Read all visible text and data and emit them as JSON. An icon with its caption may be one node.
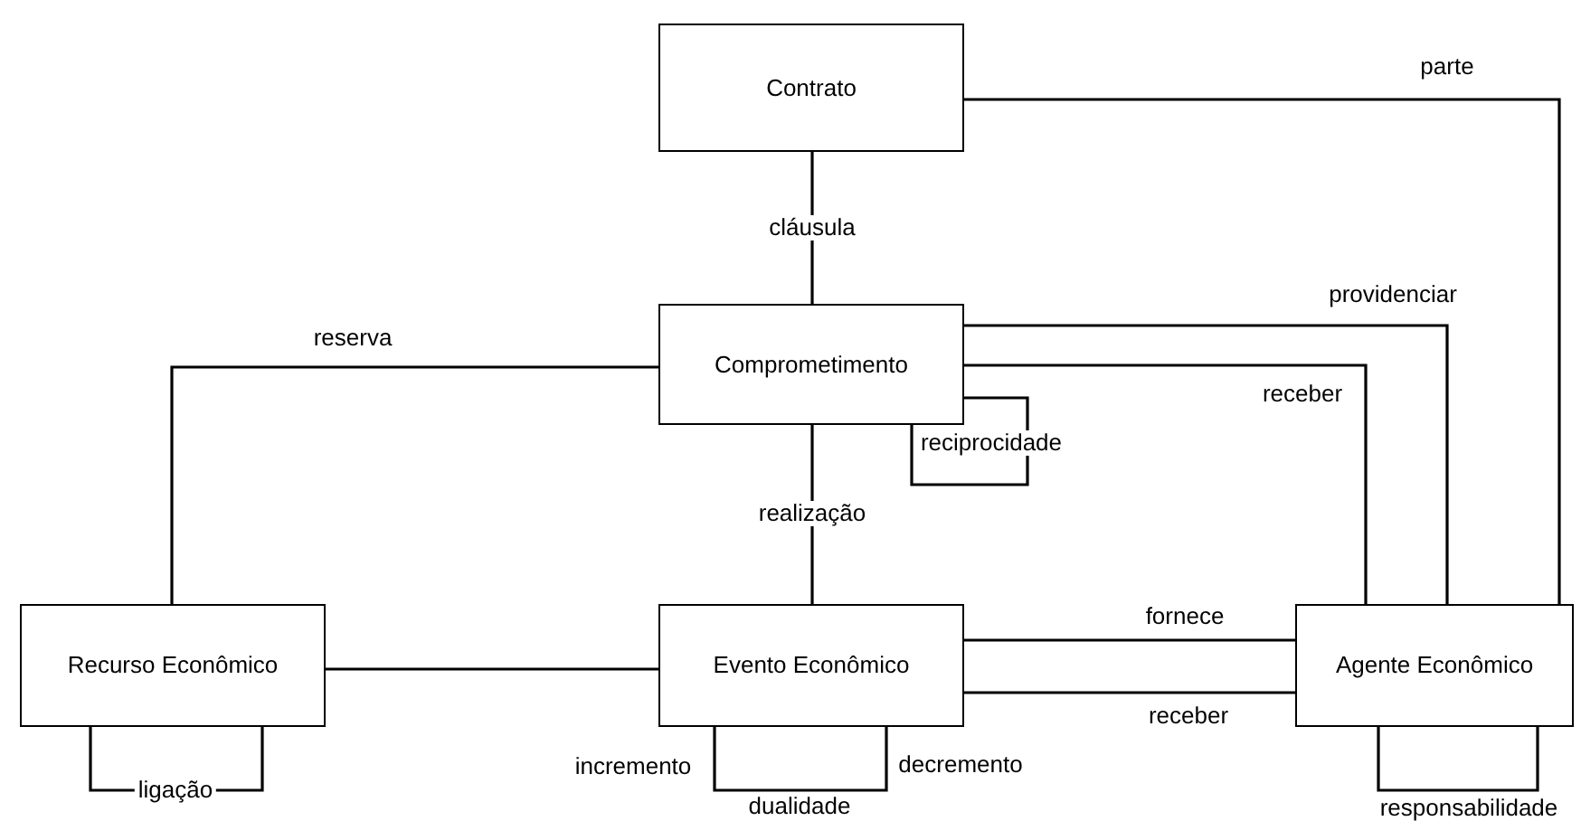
{
  "diagram": {
    "nodes": [
      {
        "text": [
          "Contrato"
        ]
      },
      {
        "text": [
          "Comprometimento"
        ]
      },
      {
        "text": [
          "Recurso Econômico"
        ]
      },
      {
        "text": [
          "Evento Econômico"
        ]
      },
      {
        "text": [
          "Agente Econômico"
        ]
      }
    ],
    "edges": [
      {
        "from": 0,
        "to": 1,
        "arrow": "none",
        "label": "cláusula"
      },
      {
        "from": 0,
        "to": 4,
        "arrow": "none",
        "label": "parte"
      },
      {
        "from": 1,
        "to": 2,
        "arrow": "none",
        "label": "reserva"
      },
      {
        "from": 1,
        "to": 1,
        "arrow": "none",
        "label": "reciprocidade"
      },
      {
        "from": 1,
        "to": 3,
        "arrow": "none",
        "label": "realização"
      },
      {
        "from": 1,
        "to": 4,
        "arrow": "none",
        "label": "providenciar"
      },
      {
        "from": 1,
        "to": 4,
        "arrow": "none",
        "label": "receber"
      },
      {
        "from": 2,
        "to": 3,
        "arrow": "none"
      },
      {
        "from": 3,
        "to": 4,
        "arrow": "none",
        "label": "fornece"
      },
      {
        "from": 3,
        "to": 4,
        "arrow": "none",
        "label": "receber"
      },
      {
        "from": 3,
        "to": 3,
        "arrow": "none",
        "label": "dualidade"
      },
      {
        "from": 2,
        "to": 2,
        "arrow": "none",
        "label": "ligação"
      },
      {
        "from": 4,
        "to": 4,
        "arrow": "none",
        "label": "responsabilidade"
      }
    ],
    "labels": [
      "incremento",
      "decremento"
    ]
  }
}
